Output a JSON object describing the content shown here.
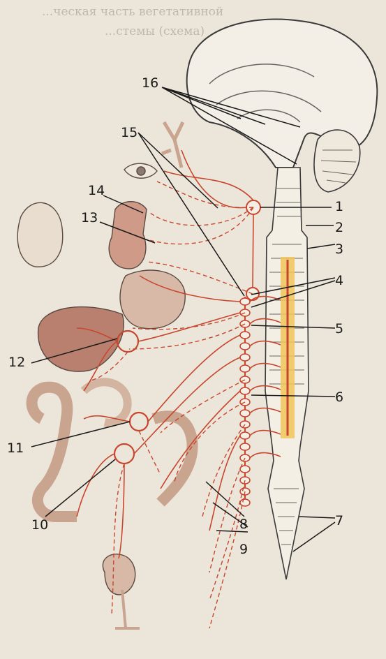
{
  "header_lines": [
    "...ческая часть вегетативной",
    "...стемы (схема)"
  ],
  "labels": [
    {
      "id": "1",
      "text": "1"
    },
    {
      "id": "2",
      "text": "2"
    },
    {
      "id": "3",
      "text": "3"
    },
    {
      "id": "4",
      "text": "4"
    },
    {
      "id": "5",
      "text": "5"
    },
    {
      "id": "6",
      "text": "6"
    },
    {
      "id": "7",
      "text": "7"
    },
    {
      "id": "8",
      "text": "8"
    },
    {
      "id": "9",
      "text": "9"
    },
    {
      "id": "10",
      "text": "10"
    },
    {
      "id": "11",
      "text": "11"
    },
    {
      "id": "12",
      "text": "12"
    },
    {
      "id": "13",
      "text": "13"
    },
    {
      "id": "14",
      "text": "14"
    },
    {
      "id": "15",
      "text": "15"
    },
    {
      "id": "16",
      "text": "16"
    }
  ],
  "colors": {
    "nerve": "#c8462e",
    "spinal_cord_highlight": "#f0c45a",
    "leader_line": "#1a1a1a",
    "organ": "#c9a48e",
    "page": "#ece6da"
  }
}
